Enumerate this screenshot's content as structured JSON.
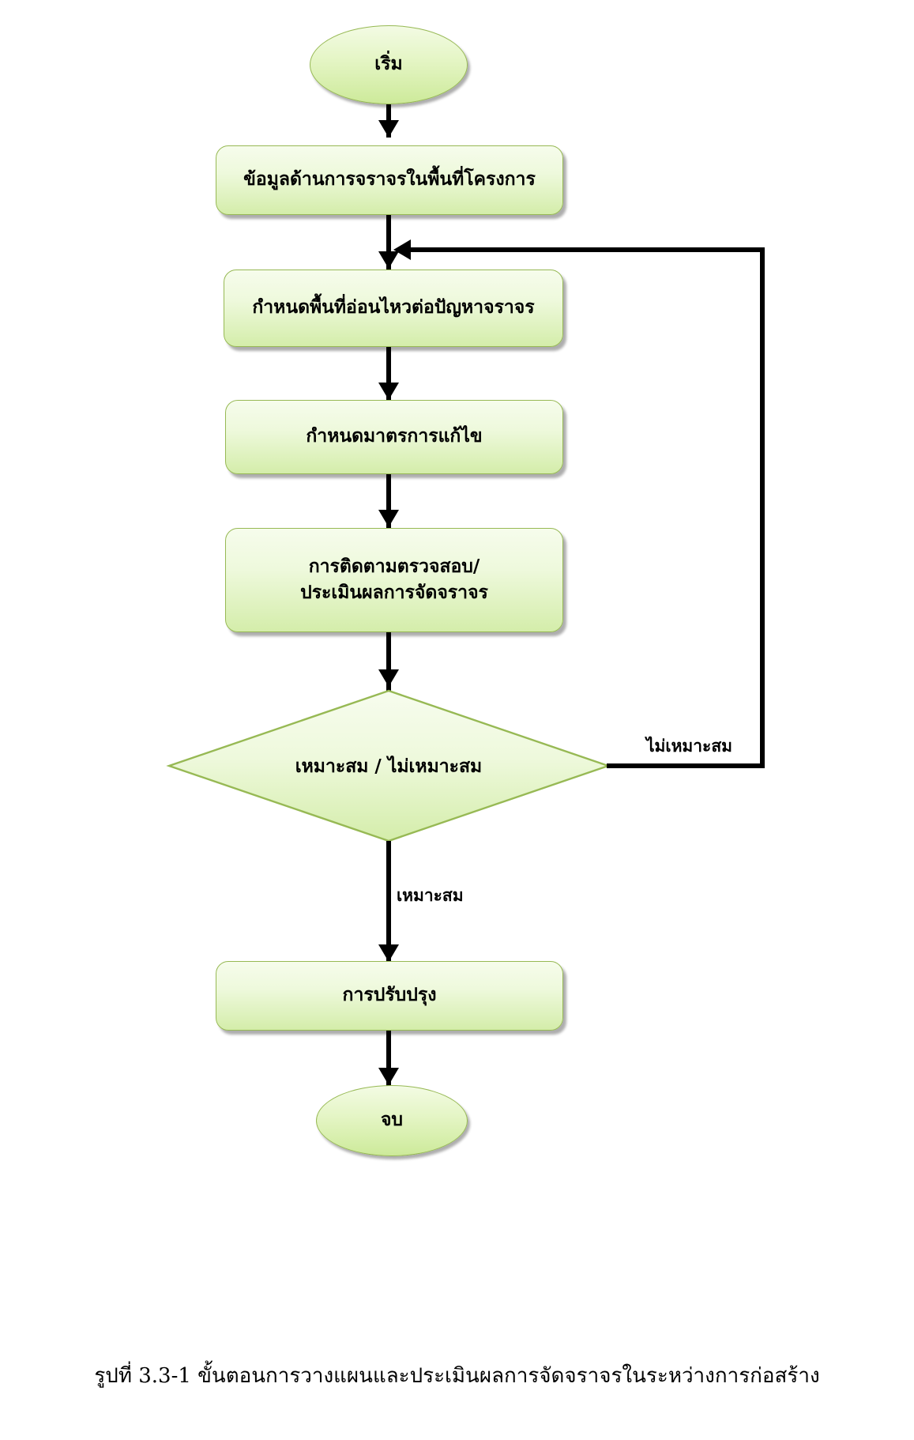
{
  "diagram": {
    "type": "flowchart",
    "title_caption": "รูปที่ 3.3-1 ขั้นตอนการวางแผนและประเมินผลการจัดจราจรในระหว่างการก่อสร้าง",
    "colors": {
      "node_fill_light": "#f6fcec",
      "node_fill_dark": "#d4edaa",
      "node_border": "#97b954",
      "connector": "#000000",
      "background": "#ffffff"
    },
    "nodes": {
      "start": {
        "shape": "ellipse",
        "label": "เริ่ม"
      },
      "step1": {
        "shape": "process",
        "label": "ข้อมูลด้านการจราจรในพื้นที่โครงการ"
      },
      "step2": {
        "shape": "process",
        "label": "กำหนดพื้นที่อ่อนไหวต่อปัญหาจราจร"
      },
      "step3": {
        "shape": "process",
        "label": "กำหนดมาตรการแก้ไข"
      },
      "step4": {
        "shape": "process",
        "label_line1": "การติดตามตรวจสอบ/",
        "label_line2": "ประเมินผลการจัดจราจร"
      },
      "decision": {
        "shape": "diamond",
        "label": "เหมาะสม / ไม่เหมาะสม"
      },
      "step5": {
        "shape": "process",
        "label": "การปรับปรุง"
      },
      "end": {
        "shape": "ellipse",
        "label": "จบ"
      }
    },
    "edges": {
      "decision_no_label": "ไม่เหมาะสม",
      "decision_yes_label": "เหมาะสม"
    }
  }
}
